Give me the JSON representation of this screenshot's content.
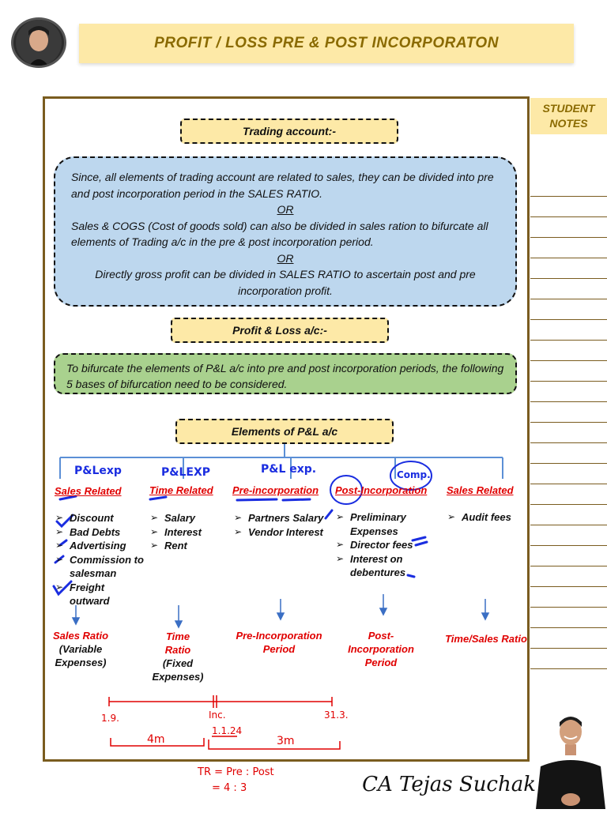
{
  "title": "PROFIT / LOSS PRE & POST INCORPORATON",
  "student_notes": [
    "STUDENT",
    "NOTES"
  ],
  "trading": {
    "heading": "Trading account:-",
    "para1": "Since, all elements of trading account are related to sales, they can be divided into pre and post incorporation period in the SALES RATIO.",
    "or1": "OR",
    "para2": "Sales & COGS (Cost of goods sold) can also be divided in sales ration to bifurcate all elements of Trading a/c in the pre & post incorporation period.",
    "or2": "OR",
    "para3": "Directly gross profit can be divided in SALES RATIO to ascertain post and pre incorporation profit."
  },
  "pl": {
    "heading": "Profit & Loss a/c:-",
    "text": "To bifurcate the elements of P&L a/c into pre and post incorporation periods, the following 5 bases of bifurcation need to be considered."
  },
  "elements": {
    "heading": "Elements of P&L a/c",
    "categories": [
      "Sales Related",
      "Time Related",
      "Pre-incorporation",
      "Post-Incorporation",
      "Sales Related"
    ],
    "items": {
      "sales": [
        "Discount",
        "Bad Debts",
        "Advertising",
        "Commission to",
        "salesman",
        "Freight",
        "outward"
      ],
      "time": [
        "Salary",
        "Interest",
        "Rent"
      ],
      "pre": [
        "Partners Salary",
        "Vendor Interest"
      ],
      "post": [
        "Preliminary",
        "Expenses",
        "Director fees",
        "Interest on",
        "debentures"
      ],
      "sales2": [
        "Audit fees"
      ]
    },
    "bases": {
      "b1": "Sales Ratio",
      "b1_sub1": "(Variable",
      "b1_sub2": "Expenses)",
      "b2a": "Time",
      "b2b": "Ratio",
      "b2_sub1": "(Fixed",
      "b2_sub2": "Expenses)",
      "b3a": "Pre-Incorporation",
      "b3b": "Period",
      "b4a": "Post-",
      "b4b": "Incorporation",
      "b4c": "Period",
      "b5": "Time/Sales Ratio"
    }
  },
  "handwriting": {
    "pl_exp_1": "P&Lexp",
    "pl_exp_2": "P&LEXP",
    "pl_exp_3": "P&L exp.",
    "comp": "Comp.",
    "start": "1.9.",
    "inc": "Inc.",
    "inc_date": "1.1.24",
    "end": "31.3.",
    "m1": "4m",
    "m2": "3m",
    "tr": "TR = Pre : Post",
    "ratio": "= 4 : 3"
  },
  "signature": "CA Tejas Suchak",
  "colors": {
    "title_bg": "#fde9a7",
    "blue_box": "#bdd7ee",
    "green_box": "#a9d18e",
    "red_text": "#e00000",
    "frame": "#7a5c1f"
  }
}
